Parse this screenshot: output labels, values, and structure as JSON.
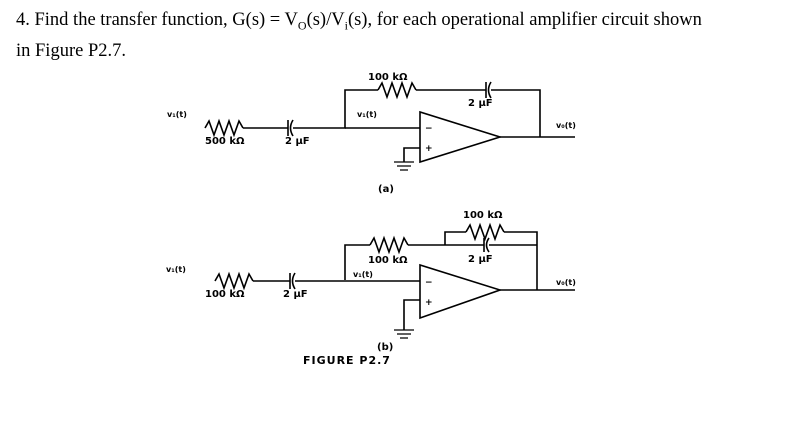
{
  "problem": {
    "line1_prefix": "4. Find the transfer function, G(s) = V",
    "line1_sub_o": "O",
    "line1_mid": "(s)/V",
    "line1_sub_i": "i",
    "line1_suffix": "(s), for each operational amplifier circuit shown",
    "line2": "in Figure P2.7."
  },
  "figure": {
    "caption": "FIGURE P2.7",
    "circuit_a": {
      "label": "(a)",
      "feedback_resistor": "100 kΩ",
      "feedback_capacitor": "2 μF",
      "input_resistor": "500 kΩ",
      "input_capacitor": "2 μF",
      "input_node": "v₁(t)",
      "inverting_node": "v₁(t)",
      "output_node": "v₀(t)",
      "minus_sign": "−",
      "plus_sign": "+"
    },
    "circuit_b": {
      "label": "(b)",
      "feedback_resistor": "100 kΩ",
      "feedback_capacitor": "2 μF",
      "shunt_resistor": "100 kΩ",
      "input_resistor": "100 kΩ",
      "input_capacitor": "2 μF",
      "input_node": "v₁(t)",
      "inverting_node": "v₁(t)",
      "output_node": "v₀(t)",
      "minus_sign": "−",
      "plus_sign": "+"
    }
  }
}
